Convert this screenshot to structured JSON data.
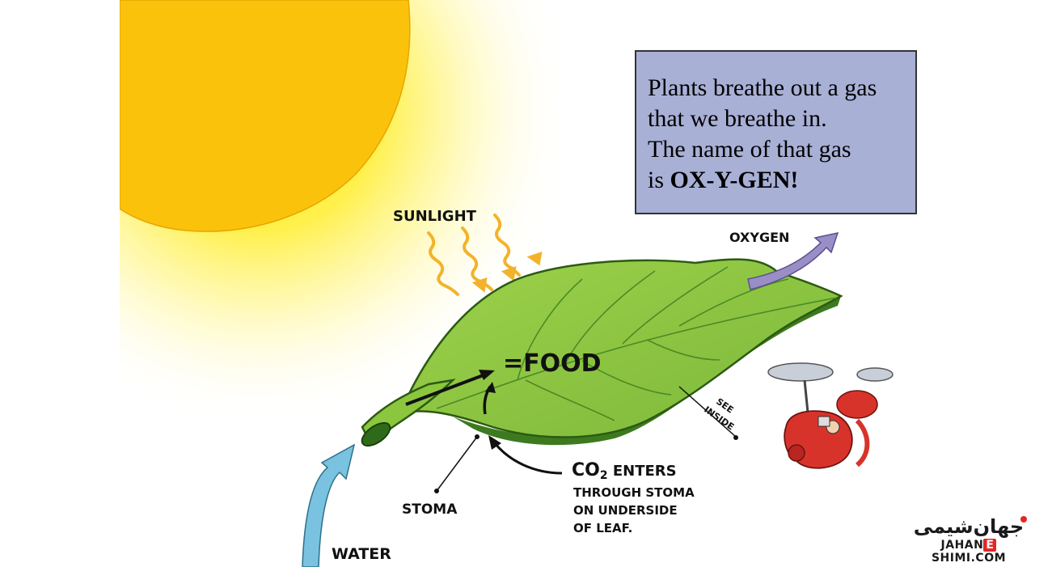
{
  "callout": {
    "line1": "Plants breathe out a gas",
    "line2": "that we breathe in.",
    "line3": "The name of that gas",
    "line4_prefix": "is ",
    "line4_bold": "OX-Y-GEN!"
  },
  "labels": {
    "sunlight": "SUNLIGHT",
    "oxygen": "OXYGEN",
    "food": "=FOOD",
    "see_inside_1": "SEE",
    "see_inside_2": "INSIDE",
    "co2_main": "CO",
    "co2_sub": "2",
    "co2_enters": " ENTERS",
    "co2_line2": "THROUGH STOMA",
    "co2_line3": "ON UNDERSIDE",
    "co2_line4": "OF LEAF.",
    "stoma": "STOMA",
    "water": "WATER"
  },
  "logo": {
    "persian": "جهان‌شیمی",
    "en_prefix": "JAHAN",
    "en_letter": "E",
    "en_suffix": "SHIMI.COM"
  },
  "colors": {
    "sun": "#fbc20b",
    "leaf": "#8cc63f",
    "leaf_dark": "#3d7a1f",
    "sunlight_arrow": "#f2b32b",
    "oxygen_arrow": "#9a8ec6",
    "water_arrow": "#79c3e0",
    "callout_bg": "#a9b0d6",
    "helicopter": "#d8332a"
  },
  "icons": [
    "sun-icon",
    "leaf-illustration",
    "helicopter-illustration",
    "water-arrow-icon",
    "oxygen-arrow-icon"
  ]
}
